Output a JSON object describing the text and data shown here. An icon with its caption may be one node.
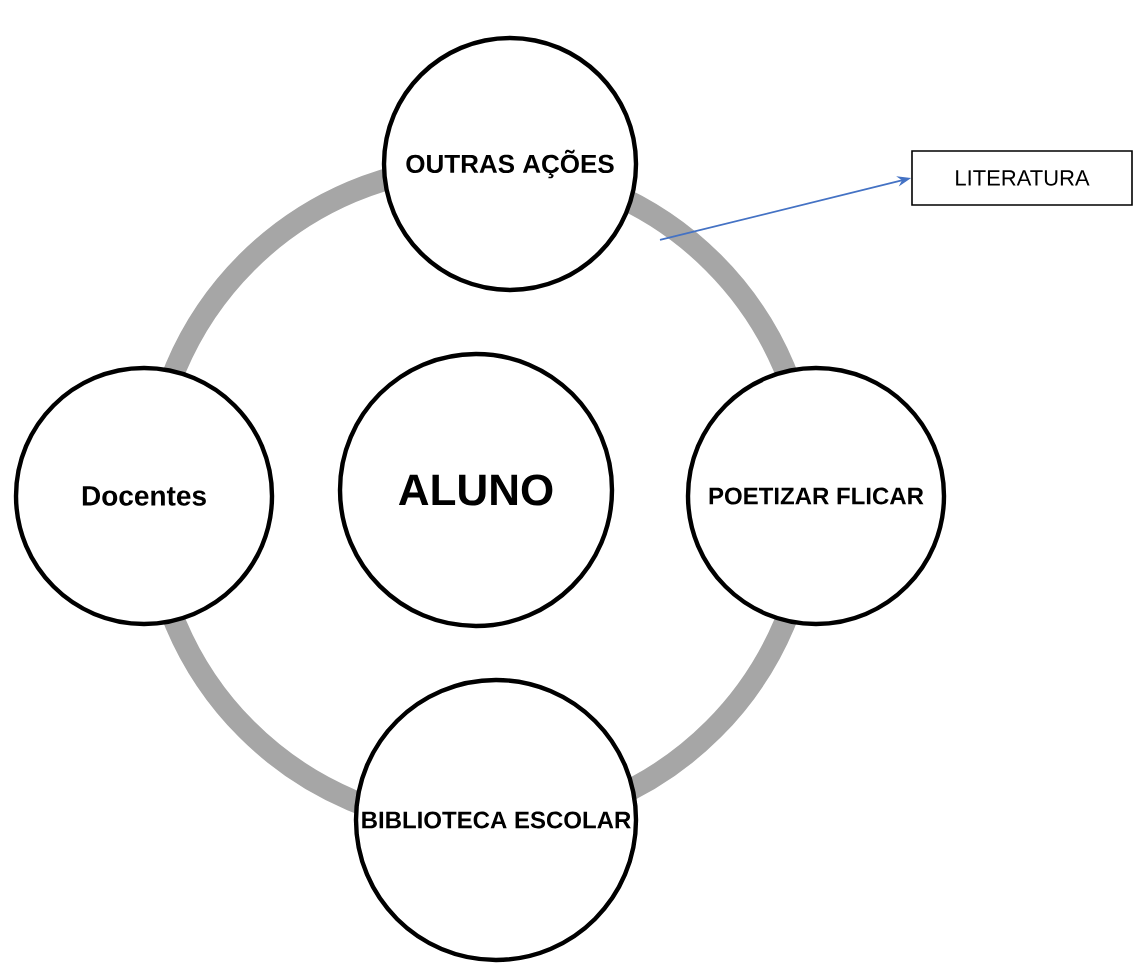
{
  "diagram": {
    "nodes": [
      {
        "text": [
          "OUTRAS AÇÕES"
        ]
      },
      {
        "text": [
          "LITERATURA"
        ]
      },
      {
        "text": [
          "Docentes"
        ]
      },
      {
        "text": [
          "ALUNO"
        ]
      },
      {
        "text": [
          "POETIZAR FLICAR"
        ]
      },
      {
        "text": [
          "BIBLIOTECA ESCOLAR"
        ]
      }
    ],
    "edges": [
      {
        "from": 0,
        "to": 1,
        "arrow": "to",
        "color": "#4472c4"
      }
    ]
  }
}
